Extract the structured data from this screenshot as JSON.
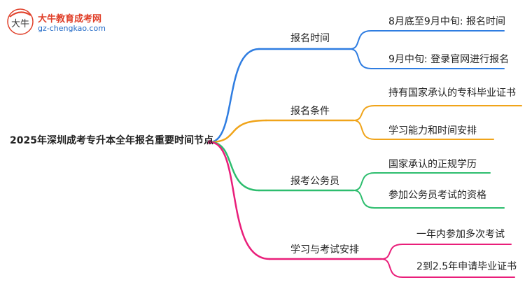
{
  "logo": {
    "brand": "大牛教育成考网",
    "url": "gz-chengkao.com",
    "mark_text": "大牛"
  },
  "root": "2025年深圳成考专升本全年报名重要时间节点",
  "branches": [
    {
      "label": "报名时间",
      "color": "#2f7de1",
      "children": [
        "8月底至9月中旬: 报名时间",
        "9月中旬: 登录官网进行报名"
      ]
    },
    {
      "label": "报名条件",
      "color": "#f0a41a",
      "children": [
        "持有国家承认的专科毕业证书",
        "学习能力和时间安排"
      ]
    },
    {
      "label": "报考公务员",
      "color": "#2dbd6e",
      "children": [
        "国家承认的正规学历",
        "参加公务员考试的资格"
      ]
    },
    {
      "label": "学习与考试安排",
      "color": "#e91e7a",
      "children": [
        "一年内参加多次考试",
        "2到2.5年申请毕业证书"
      ]
    }
  ]
}
